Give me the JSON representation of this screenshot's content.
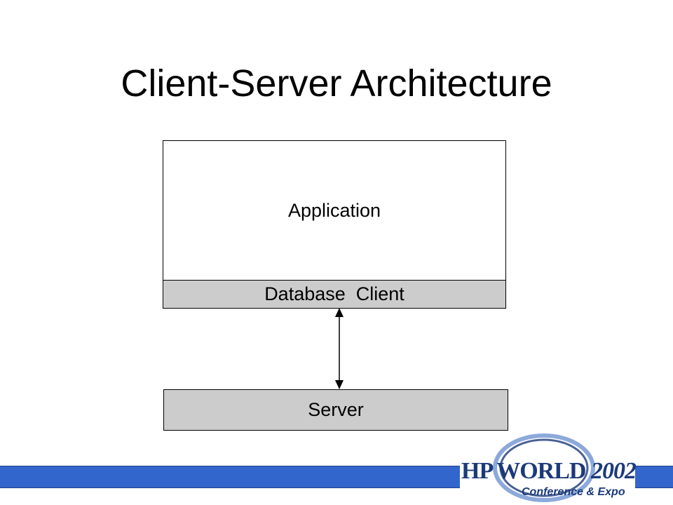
{
  "slide": {
    "title": "Client-Server Architecture"
  },
  "diagram": {
    "application_label": "Application",
    "database_client_label": "Database  Client",
    "server_label": "Server",
    "connector": "bidirectional-arrow"
  },
  "footer": {
    "bar_color": "#3366cc",
    "logo": {
      "brand": "HP",
      "name": "WORLD",
      "year": "2002",
      "tagline": "Conference & Expo"
    }
  },
  "colors": {
    "box_fill": "#cccccc",
    "accent": "#3366cc",
    "logo_text": "#1c3a7a"
  }
}
